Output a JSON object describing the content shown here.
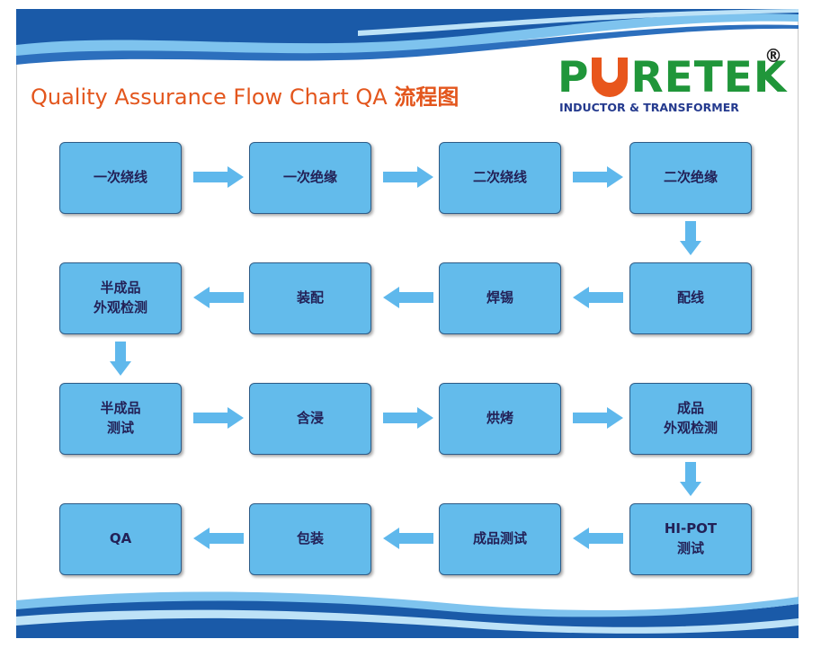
{
  "header": {
    "title": "Quality Assurance Flow Chart QA",
    "title_cn": "流程图"
  },
  "logo": {
    "letter_p": "P",
    "letters_retek": "RETEK",
    "registered_mark": "®",
    "tagline": "INDUCTOR & TRANSFORMER"
  },
  "steps": [
    {
      "label": "一次绕线"
    },
    {
      "label": "一次绝缘"
    },
    {
      "label": "二次绕线"
    },
    {
      "label": "二次绝缘"
    },
    {
      "label": "配线"
    },
    {
      "label": "焊锡"
    },
    {
      "label": "装配"
    },
    {
      "label": "半成品\n外观检测"
    },
    {
      "label": "半成品\n测试"
    },
    {
      "label": "含浸"
    },
    {
      "label": "烘烤"
    },
    {
      "label": "成品\n外观检测"
    },
    {
      "label": "HI-POT\n测试"
    },
    {
      "label": "成品测试"
    },
    {
      "label": "包装"
    },
    {
      "label": "QA"
    }
  ],
  "colors": {
    "box_fill": "#63bbeb",
    "box_text": "#232157",
    "arrow": "#5fb8ec",
    "title": "#e3561d",
    "logo_green": "#20963a",
    "logo_orange": "#e8561c",
    "tagline": "#243a8e"
  }
}
